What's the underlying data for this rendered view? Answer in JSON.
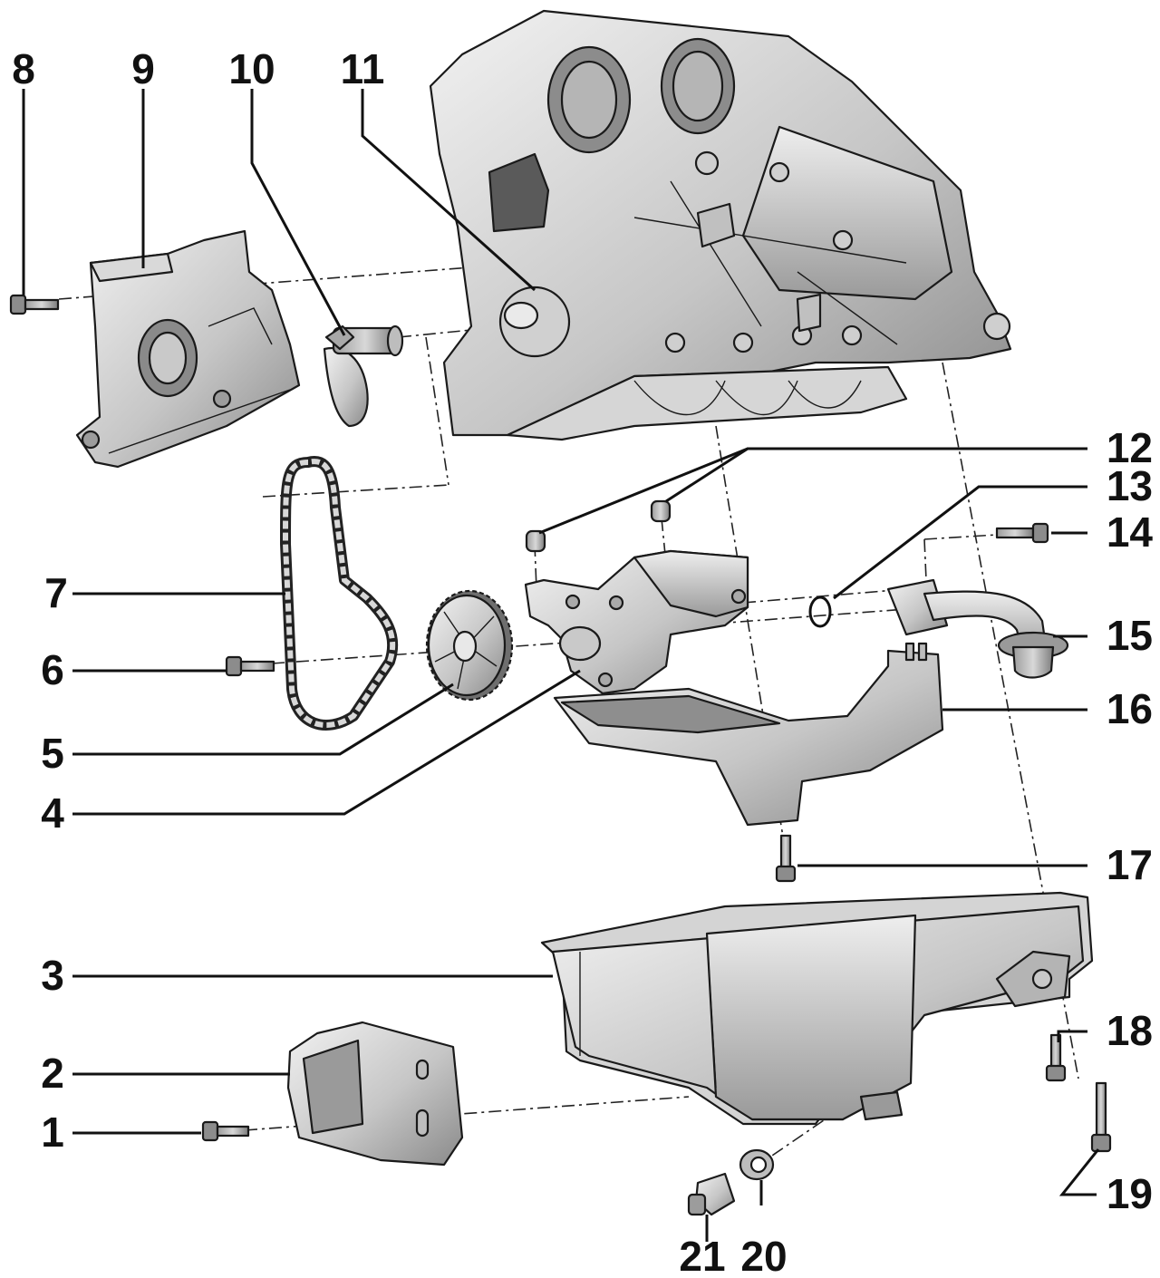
{
  "parts": [
    {
      "id": "1",
      "label": "1"
    },
    {
      "id": "2",
      "label": "2"
    },
    {
      "id": "3",
      "label": "3"
    },
    {
      "id": "4",
      "label": "4"
    },
    {
      "id": "5",
      "label": "5"
    },
    {
      "id": "6",
      "label": "6"
    },
    {
      "id": "7",
      "label": "7"
    },
    {
      "id": "8",
      "label": "8"
    },
    {
      "id": "9",
      "label": "9"
    },
    {
      "id": "10",
      "label": "10"
    },
    {
      "id": "11",
      "label": "11"
    },
    {
      "id": "12",
      "label": "12"
    },
    {
      "id": "13",
      "label": "13"
    },
    {
      "id": "14",
      "label": "14"
    },
    {
      "id": "15",
      "label": "15"
    },
    {
      "id": "16",
      "label": "16"
    },
    {
      "id": "17",
      "label": "17"
    },
    {
      "id": "18",
      "label": "18"
    },
    {
      "id": "19",
      "label": "19"
    },
    {
      "id": "20",
      "label": "20"
    },
    {
      "id": "21",
      "label": "21"
    }
  ],
  "colors": {
    "metal_light": "#e4e4e4",
    "metal_mid": "#bdbdbd",
    "metal_dark": "#7a7a7a",
    "line": "#111111"
  }
}
